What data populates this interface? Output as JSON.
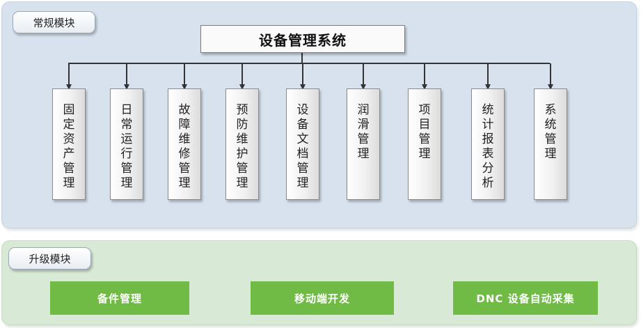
{
  "sections": {
    "regular": {
      "label": "常规模块"
    },
    "upgrade": {
      "label": "升级模块"
    }
  },
  "system_title": "设备管理系统",
  "modules": [
    "固定资产管理",
    "日常运行管理",
    "故障维修管理",
    "预防维护管理",
    "设备文档管理",
    "润滑管理",
    "项目管理",
    "统计报表分析",
    "系统管理"
  ],
  "upgrade_modules": [
    "备件管理",
    "移动端开发",
    "DNC 设备自动采集"
  ],
  "colors": {
    "regular_panel": "#d7e2ee",
    "upgrade_panel": "#d8ead6",
    "upgrade_box": "#70ba46",
    "connector": "#333333"
  }
}
